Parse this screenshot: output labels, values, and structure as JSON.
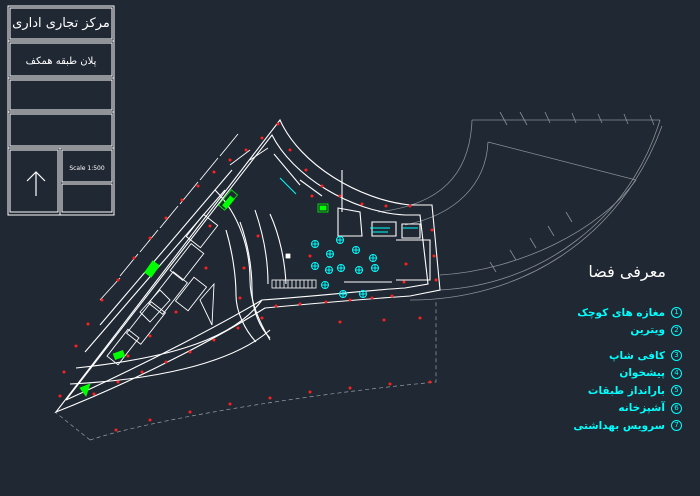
{
  "title_block": {
    "project_title": "مرکز تجاری اداری",
    "sheet_label": "پلان طبقه همکف",
    "scale_text": "Scale 1:500"
  },
  "legend": {
    "title": "معرفی فضا",
    "items": [
      {
        "num": "1",
        "label": "مغازه های کوچک"
      },
      {
        "num": "2",
        "label": "ویترین"
      },
      {
        "num": "3",
        "label": "کافی شاپ"
      },
      {
        "num": "4",
        "label": "پیشخوان"
      },
      {
        "num": "5",
        "label": "بارانداز طبقات"
      },
      {
        "num": "6",
        "label": "آشپزخانه"
      },
      {
        "num": "7",
        "label": "سرویس بهداشتی"
      }
    ]
  },
  "colors": {
    "background": "#202833",
    "linework": "#ffffff",
    "accent_cyan": "#00ffff",
    "accent_green": "#00ff00",
    "accent_red": "#ff2020",
    "context_lines": "#8a8f96"
  },
  "icons": [
    "north-arrow-icon"
  ]
}
